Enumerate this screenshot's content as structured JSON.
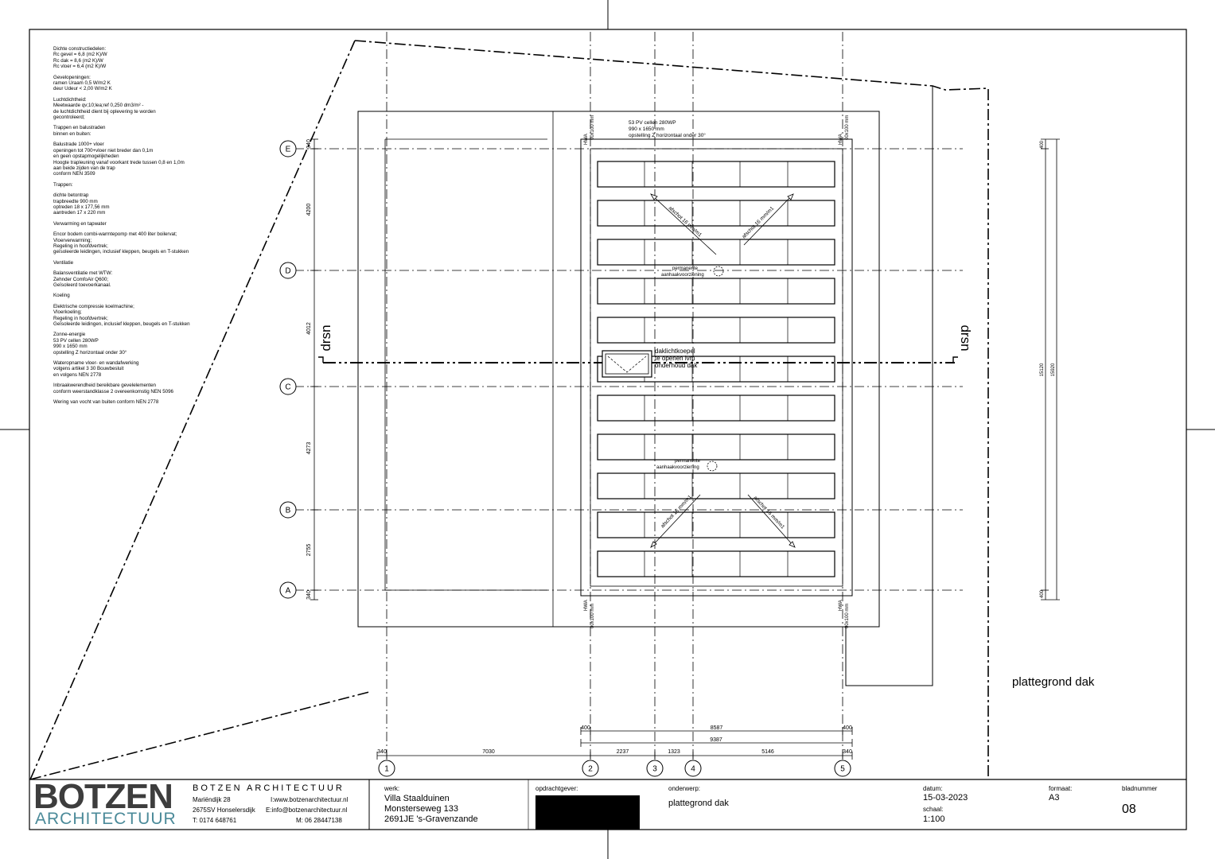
{
  "notes": [
    {
      "h": "Dichte constructiedelen:",
      "lines": [
        "Rc gevel = 6,8 (m2 K)/W",
        "Rc dak = 8,6 (m2 K)/W",
        "Rc vloer = 6,4 (m2 K)/W"
      ]
    },
    {
      "h": "Gevelopeningen:",
      "lines": [
        "ramen Uraam 0,5 W/m2 K",
        "deur Udeur < 2,00 W/m2 K"
      ]
    },
    {
      "h": "Luchtdichtheid:",
      "lines": [
        "Meetwaarde qv;10;lea;ref 0,250 dm3/m² -",
        "de luchtdichtheid dient bij oplevering te worden",
        "gecontroleerd;"
      ]
    },
    {
      "h": "Trappen en balustraden",
      "lines": [
        "binnen en buiten:"
      ]
    },
    {
      "h": "Balustrade 1000+ vloer",
      "lines": [
        "openingen tot 700+vloer niet breder dan 0,1m",
        "en geen opstapmogelijkheden",
        "Hoogte trapleuning vanaf voorkant trede tussen 0,8 en 1,0m",
        "aan beide zijden van de trap",
        "conform NEN 3509"
      ]
    },
    {
      "h": "Trappen:",
      "lines": []
    },
    {
      "h": "dichte betontrap",
      "lines": [
        "trapbreedte 900 mm",
        "optreden 18 x 177,56 mm",
        "aantreden 17 x 220 mm"
      ]
    },
    {
      "h": "Verwarming en tapwater",
      "lines": []
    },
    {
      "h": "Encor bodem combi-warmtepomp met 400 liter boilervat;",
      "lines": [
        "Vloerverwarming;",
        "Regeling in hoofdvertrek;",
        "geïsoleerde leidingen, inclusief kleppen, beugels en T-stukken"
      ]
    },
    {
      "h": "Ventilatie",
      "lines": []
    },
    {
      "h": "Balansventilatie met WTW:",
      "lines": [
        "Zehnder ComfoAir Q600;",
        "Geïsoleerd toevoerkanaal."
      ]
    },
    {
      "h": "Koeling",
      "lines": []
    },
    {
      "h": "Elektrische compressie koelmachine;",
      "lines": [
        "Vloerkoeling;",
        "Regeling in hoofdvertrek;",
        "Geïsoleerde leidingen, inclusief kleppen, beugels en T-stukken"
      ]
    },
    {
      "h": "Zonne-energie",
      "lines": [
        "53 PV cellen 280WP",
        "990 x 1650 mm",
        "opstelling Z horizontaal onder 30°"
      ]
    },
    {
      "h": "Wateropname vloer- en wandafwerking",
      "lines": [
        "volgens artikel 3 30 Bouwbesluit",
        "en volgens NEN 2778"
      ]
    },
    {
      "h": "Inbraakwerendheid bereikbare gevelelementen",
      "lines": [
        "conform weerstandklasse 2 overeenkomstig NEN 5096"
      ]
    },
    {
      "h": "Wering van vocht van buiten conform NEN 2778",
      "lines": []
    }
  ],
  "grid": {
    "rows": [
      "E",
      "D",
      "C",
      "B",
      "A"
    ],
    "cols": [
      "1",
      "2",
      "3",
      "4",
      "5"
    ],
    "vdims": [
      "340",
      "4200",
      "4012",
      "4273",
      "2755",
      "340"
    ],
    "hdims": [
      "340",
      "7030",
      "2237",
      "1323",
      "5146",
      "340"
    ],
    "hdims_top": [
      "400",
      "8587",
      "400"
    ],
    "hdim_total": "9387",
    "right_dims": [
      "400",
      "15120",
      "15920",
      "400"
    ]
  },
  "labels": {
    "pv_title": [
      "53 PV cellen 280WP",
      "990 x 1650 mm",
      "opstelling Z horizontaal onder 30°"
    ],
    "hwa": "HWA",
    "hwa_size": "00x100 mm",
    "afschot1": "afschot 16 mm/m1",
    "afschot2": "afschot 16 mm/m1",
    "anchor1": [
      "permanente",
      "aanhaakvoorziening"
    ],
    "anchor2": [
      "permanente",
      "aanhaakvoorziening"
    ],
    "skylight": [
      "daklichtkoepel",
      "te openen ivm",
      "onderhoud dak"
    ],
    "section": "drsn",
    "plan_title": "plattegrond dak"
  },
  "titleblock": {
    "logo_top": "BOTZEN",
    "logo_bottom": "ARCHITECTUUR",
    "firm": "BOTZEN  ARCHITECTUUR",
    "addr1": "Mariëndijk        28",
    "addr2": "2675SV Honselersdijk",
    "addr3": "T:  0174 648761",
    "web": "I:www.botzenarchitectuur.nl",
    "email": "E:info@botzenarchitectuur.nl",
    "mobile": "M:      06 28447138",
    "werk_label": "werk:",
    "werk": [
      "Villa Staalduinen",
      "Monsterseweg 133",
      "2691JE  's-Gravenzande"
    ],
    "opdrachtgever_label": "opdrachtgever:",
    "onderwerp_label": "onderwerp:",
    "onderwerp": "plattegrond dak",
    "datum_label": "datum:",
    "datum": "15-03-2023",
    "schaal_label": "schaal:",
    "schaal": "1:100",
    "formaat_label": "formaat:",
    "formaat": "A3",
    "bladnummer_label": "bladnummer",
    "bladnummer": "08"
  }
}
